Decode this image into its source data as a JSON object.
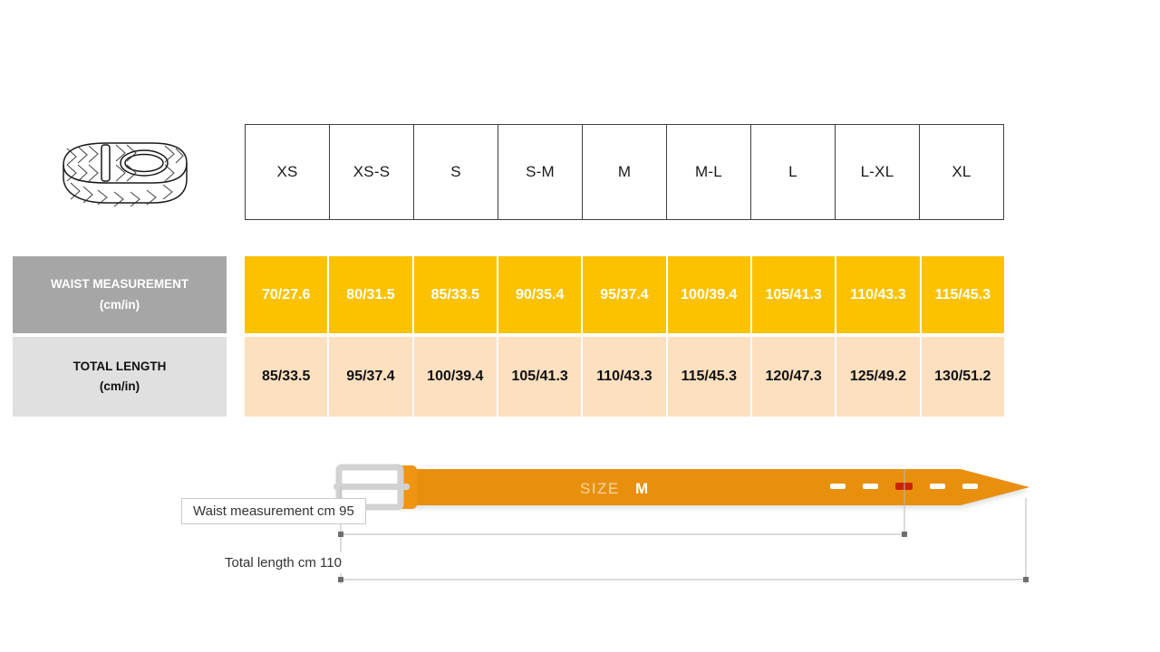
{
  "table": {
    "product_icon": "braided-belt-icon",
    "size_headers": [
      "XS",
      "XS-S",
      "S",
      "S-M",
      "M",
      "M-L",
      "L",
      "L-XL",
      "XL"
    ],
    "rows": [
      {
        "label_line1": "WAIST MEASUREMENT",
        "label_line2": "(cm/in)",
        "label_bg": "#a6a6a6",
        "label_color": "#ffffff",
        "cell_bg": "#fcc200",
        "cell_color": "#ffffff",
        "values": [
          "70/27.6",
          "80/31.5",
          "85/33.5",
          "90/35.4",
          "95/37.4",
          "100/39.4",
          "105/41.3",
          "110/43.3",
          "115/45.3"
        ]
      },
      {
        "label_line1": "TOTAL LENGTH",
        "label_line2": "(cm/in)",
        "label_bg": "#e0e0e0",
        "label_color": "#111111",
        "cell_bg": "#fce0c0",
        "cell_color": "#111111",
        "values": [
          "85/33.5",
          "95/37.4",
          "100/39.4",
          "105/41.3",
          "110/43.3",
          "115/45.3",
          "120/47.3",
          "125/49.2",
          "130/51.2"
        ]
      }
    ]
  },
  "diagram": {
    "belt_color": "#e8900c",
    "buckle_color": "#d8d8d8",
    "size_prefix": "SIZE",
    "size_value": "M",
    "holes_total": 5,
    "active_hole_index": 2,
    "active_hole_color": "#cc2200",
    "waist_dimension_label": "Waist measurement cm 95",
    "total_length_label": "Total length cm 110"
  },
  "chart_data": {
    "type": "table",
    "title": "Belt size chart",
    "categories": [
      "XS",
      "XS-S",
      "S",
      "S-M",
      "M",
      "M-L",
      "L",
      "L-XL",
      "XL"
    ],
    "series": [
      {
        "name": "Waist measurement (cm/in)",
        "values_cm": [
          70,
          80,
          85,
          90,
          95,
          100,
          105,
          110,
          115
        ],
        "values_in": [
          27.6,
          31.5,
          33.5,
          35.4,
          37.4,
          39.4,
          41.3,
          43.3,
          45.3
        ]
      },
      {
        "name": "Total length (cm/in)",
        "values_cm": [
          85,
          95,
          100,
          105,
          110,
          115,
          120,
          125,
          130
        ],
        "values_in": [
          33.5,
          37.4,
          39.4,
          41.3,
          43.3,
          45.3,
          47.3,
          49.2,
          51.2
        ]
      }
    ],
    "highlighted_size": "M",
    "highlighted_waist_cm": 95,
    "highlighted_total_length_cm": 110
  }
}
